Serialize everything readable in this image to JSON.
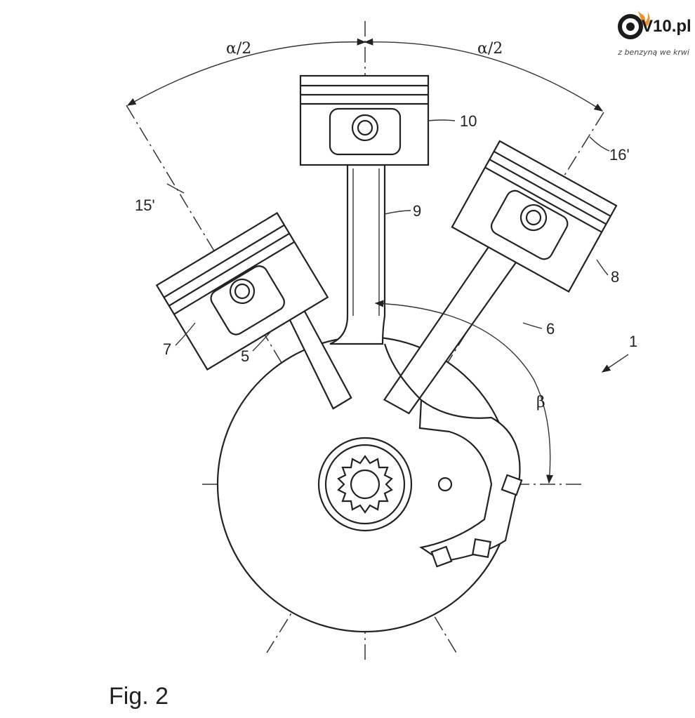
{
  "labels": {
    "alpha_half_left": "α/2",
    "alpha_half_right": "α/2",
    "axis_15": "15'",
    "axis_16": "16'",
    "piston_10": "10",
    "rod_9": "9",
    "piston_8": "8",
    "rod_6": "6",
    "piston_7": "7",
    "rod_5": "5",
    "engine_1": "1",
    "beta": "β"
  },
  "caption": "Fig. 2",
  "logo": {
    "brand": "V10.pl",
    "tagline": "z benzyną we krwi"
  },
  "colors": {
    "ink": "#222222",
    "flame": "#f0902a",
    "background": "#ffffff"
  }
}
